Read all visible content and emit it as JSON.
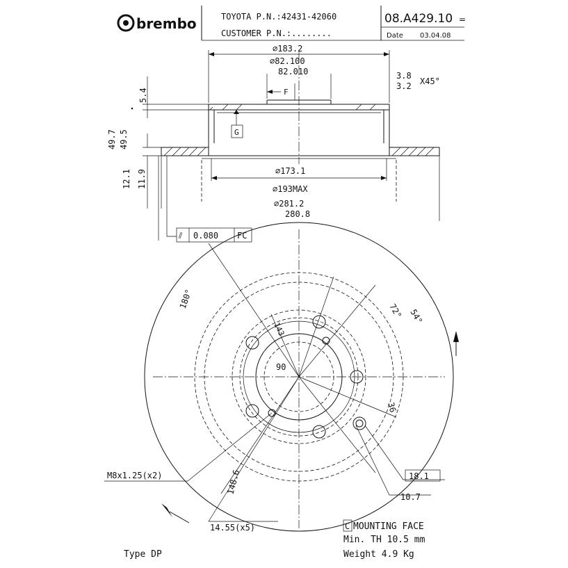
{
  "header": {
    "brand": "brembo",
    "oem_line": "TOYOTA P.N.:42431-42060",
    "customer_line": "CUSTOMER P.N.:........",
    "part_number": "08.A429.10",
    "part_suffix": "=",
    "date_label": "Date",
    "date_value": "03.04.08"
  },
  "section_view": {
    "dims": {
      "diam_183": "⌀183.2",
      "diam_82_a": "⌀82.100",
      "diam_82_b": "82.010",
      "chamfer_a": "3.8",
      "chamfer_b": "3.2",
      "chamfer_angle": "X45°",
      "dim_5_4": "5.4",
      "dim_49_7": "49.7",
      "dim_49_5": "49.5",
      "dim_12_1": "12.1",
      "dim_11_9": "11.9",
      "diam_173": "⌀173.1",
      "diam_193": "⌀193MAX",
      "diam_281_a": "⌀281.2",
      "diam_281_b": "280.8",
      "datum_f": "F",
      "datum_g": "G",
      "tol_symbol": "⫽",
      "tol_value": "0.080",
      "tol_ref": "FC"
    }
  },
  "front_view": {
    "dims": {
      "ang_180": "180°",
      "ang_72": "72°",
      "ang_54": "54°",
      "ang_90": "90",
      "ang_143": "143",
      "ang_36": "36",
      "pcd": "148.6",
      "thread": "M8x1.25(x2)",
      "hole_dia": "14.55(x5)",
      "dim_18_1": "18.1",
      "dim_10_7": "10.7"
    }
  },
  "notes": {
    "c_box": "C",
    "mounting": "MOUNTING FACE",
    "min_th": "Min. TH 10.5 mm",
    "weight": "Weight 4.9 Kg",
    "type": "Type DP"
  }
}
